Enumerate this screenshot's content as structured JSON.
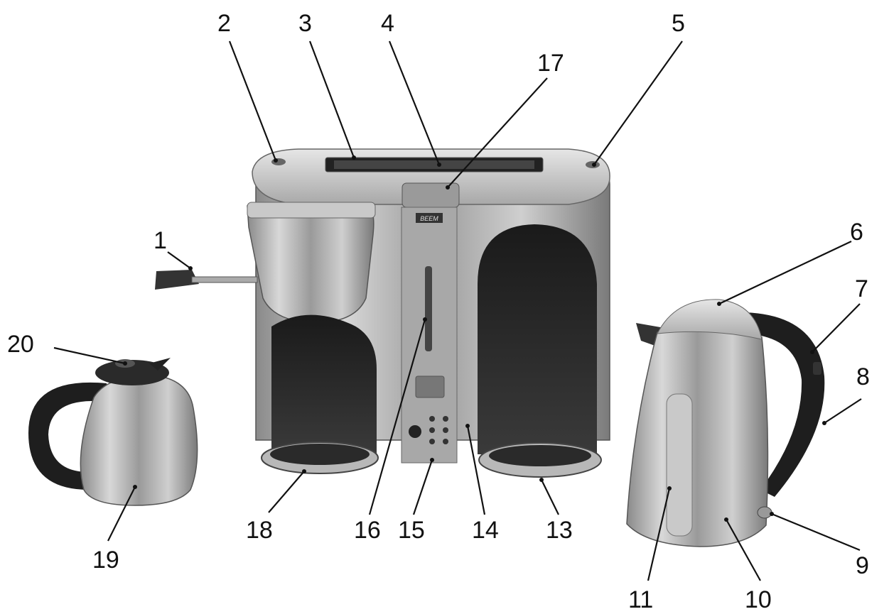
{
  "figure": {
    "callouts": [
      {
        "id": "c1",
        "label": "1"
      },
      {
        "id": "c2",
        "label": "2"
      },
      {
        "id": "c3",
        "label": "3"
      },
      {
        "id": "c4",
        "label": "4"
      },
      {
        "id": "c5",
        "label": "5"
      },
      {
        "id": "c6",
        "label": "6"
      },
      {
        "id": "c7",
        "label": "7"
      },
      {
        "id": "c8",
        "label": "8"
      },
      {
        "id": "c9",
        "label": "9"
      },
      {
        "id": "c10",
        "label": "10"
      },
      {
        "id": "c11",
        "label": "11"
      },
      {
        "id": "c13",
        "label": "13"
      },
      {
        "id": "c14",
        "label": "14"
      },
      {
        "id": "c15",
        "label": "15"
      },
      {
        "id": "c16",
        "label": "16"
      },
      {
        "id": "c17",
        "label": "17"
      },
      {
        "id": "c18",
        "label": "18"
      },
      {
        "id": "c19",
        "label": "19"
      },
      {
        "id": "c20",
        "label": "20"
      }
    ],
    "brand_plate": "BEEM"
  }
}
